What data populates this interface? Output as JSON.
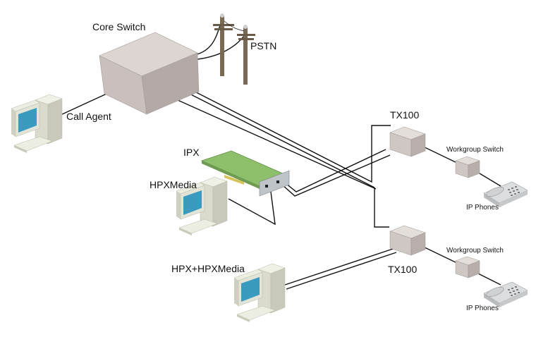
{
  "labels": {
    "core_switch": "Core Switch",
    "pstn": "PSTN",
    "call_agent": "Call Agent",
    "tx100_top": "TX100",
    "ipx": "IPX",
    "hpxmedia": "HPXMedia",
    "workgroup_switch_top": "Workgroup Switch",
    "ip_phones_top": "IP Phones",
    "tx100_bottom": "TX100",
    "hpx_hpxmedia": "HPX+HPXMedia",
    "workgroup_switch_bottom": "Workgroup Switch",
    "ip_phones_bottom": "IP Phones"
  },
  "colors": {
    "box_front": "#c9c0bd",
    "box_side": "#b3a9a6",
    "box_top": "#dcd5d2",
    "pole": "#7a6a55",
    "monitor_screen": "#3a9ac0",
    "pc_body": "#e2e3d6",
    "card_board": "#8ebf6a",
    "phone": "#d9dadb",
    "cable": "#111111"
  }
}
